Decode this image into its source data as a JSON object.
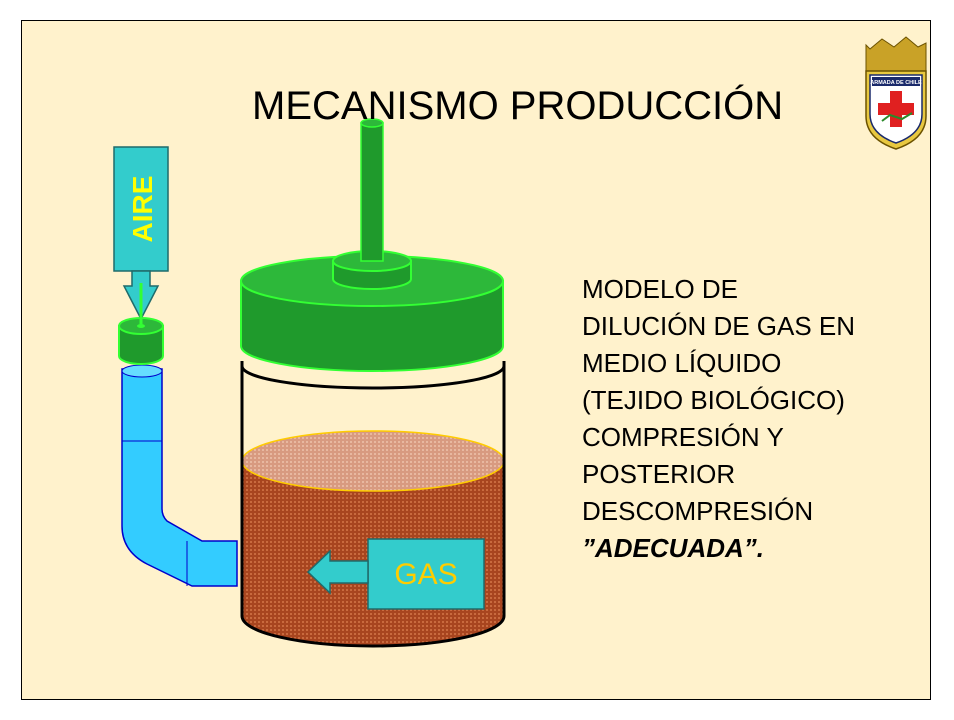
{
  "slide": {
    "title": "MECANISMO PRODUCCIÓN",
    "logo": {
      "text": "ARMADA DE CHILE",
      "icon": "navy-crest-with-red-cross"
    },
    "labels": {
      "air": "AIRE",
      "gas": "GAS"
    },
    "description": {
      "lines": [
        "MODELO DE",
        "DILUCIÓN DE GAS EN",
        "MEDIO LÍQUIDO",
        "(TEJIDO BIOLÓGICO)",
        "COMPRESIÓN Y",
        "POSTERIOR",
        "DESCOMPRESIÓN"
      ],
      "emphasis": "”ADECUADA”."
    }
  },
  "colors": {
    "background": "#fff2cc",
    "lid_green": "#1f9a2c",
    "lid_outline": "#33ff33",
    "pipe_blue": "#33ccff",
    "label_box": "#33cccc",
    "gas_text": "#ffcc00",
    "air_text": "#ffff00",
    "liquid": "#a8451f"
  }
}
